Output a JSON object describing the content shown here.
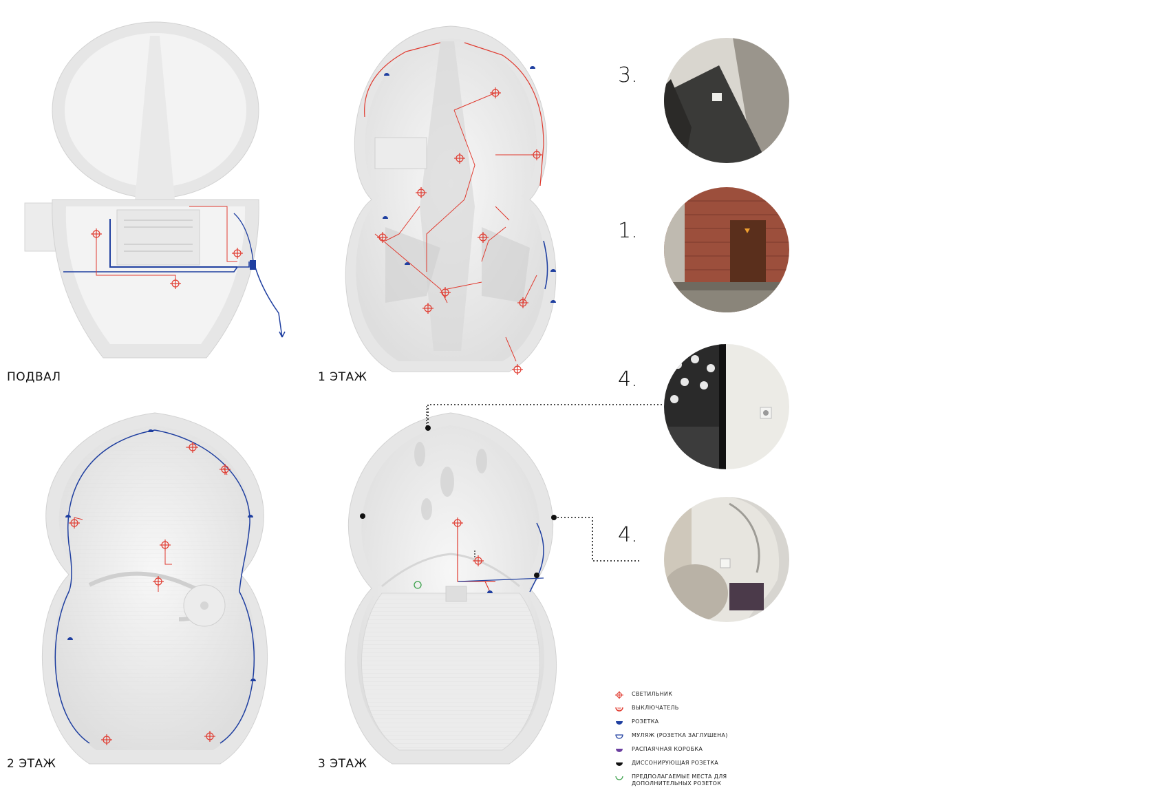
{
  "floors": {
    "basement": "ПОДВАЛ",
    "floor1": "1 ЭТАЖ",
    "floor2": "2 ЭТАЖ",
    "floor3": "3 ЭТАЖ"
  },
  "photos": [
    {
      "number": "3.",
      "subject": "wall-corner-photo"
    },
    {
      "number": "1.",
      "subject": "brick-wall-door-photo"
    },
    {
      "number": "4.",
      "subject": "socket-wall-photo"
    },
    {
      "number": "4.",
      "subject": "statue-socket-photo"
    }
  ],
  "legend": {
    "items": [
      {
        "label": "СВЕТИЛЬНИК",
        "symbol": "lamp"
      },
      {
        "label": "ВЫКЛЮЧАТЕЛЬ",
        "symbol": "switch"
      },
      {
        "label": "РОЗЕТКА",
        "symbol": "socket"
      },
      {
        "label": "МУЛЯЖ (РОЗЕТКА ЗАГЛУШЕНА)",
        "symbol": "dummy"
      },
      {
        "label": "РАСПАЯЧНАЯ КОРОБКА",
        "symbol": "junction"
      },
      {
        "label": "ДИССОНИРУЮЩАЯ РОЗЕТКА",
        "symbol": "dissonant"
      },
      {
        "label": "ПРЕДПОЛАГАЕМЫЕ МЕСТА ДЛЯ ДОПОЛНИТЕЛЬНЫХ РОЗЕТОК",
        "symbol": "proposed"
      }
    ]
  },
  "colors": {
    "lamp": "#e03a2f",
    "socket": "#1f3fa0",
    "dummy": "#1f3fa0",
    "junction": "#6b3fa0",
    "dissonant": "#111111",
    "proposed": "#3aa04a",
    "wall": "#e2e2e2",
    "floor": "#f1f1f1"
  }
}
